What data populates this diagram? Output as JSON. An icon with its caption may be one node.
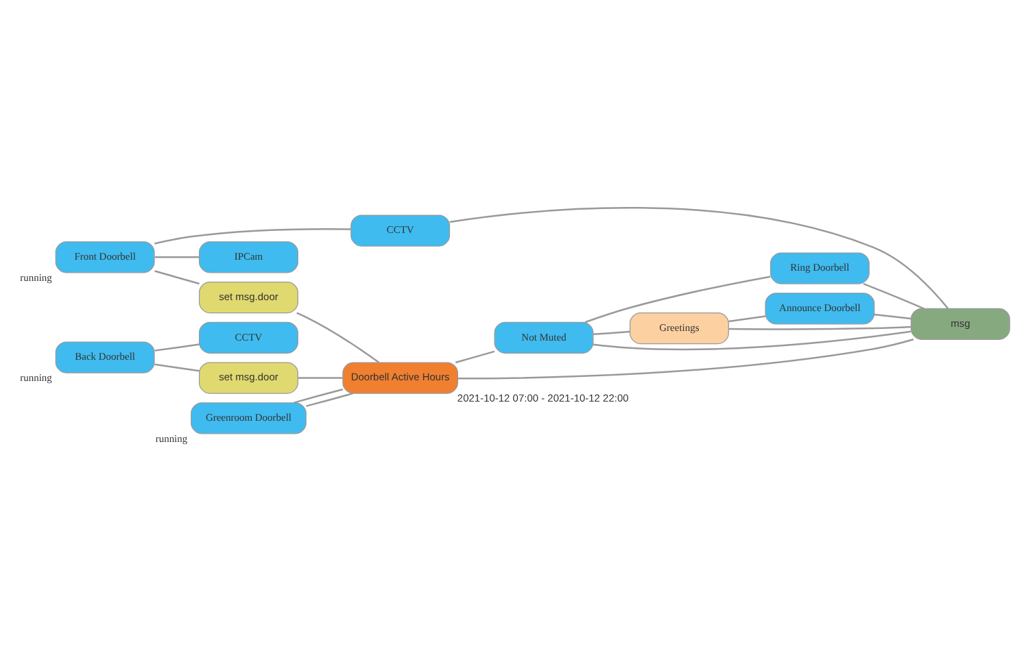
{
  "diagram": {
    "nodes": [
      {
        "text": [
          "Front Doorbell"
        ],
        "beside": [
          "running"
        ]
      },
      {
        "text": [
          "CCTV"
        ]
      },
      {
        "text": [
          "IPCam"
        ]
      },
      {
        "text": [
          "set msg.door"
        ]
      },
      {
        "text": [
          "Back Doorbell"
        ],
        "beside": [
          "running"
        ]
      },
      {
        "text": [
          "CCTV"
        ]
      },
      {
        "text": [
          "set msg.door"
        ]
      },
      {
        "text": [
          "Greenroom Doorbell"
        ],
        "beside": [
          "running"
        ]
      },
      {
        "text": [
          "Doorbell Active Hours"
        ],
        "beside": [
          "2021-10-12 07:00 - 2021-10-12 22:00"
        ]
      },
      {
        "text": [
          "Not Muted"
        ]
      },
      {
        "text": [
          "Ring Doorbell"
        ]
      },
      {
        "text": [
          "Greetings"
        ]
      },
      {
        "text": [
          "Announce Doorbell"
        ]
      },
      {
        "text": [
          "msg"
        ]
      }
    ],
    "edges": [
      {
        "from": 0,
        "to": 1,
        "arrow": "none"
      },
      {
        "from": 0,
        "to": 2,
        "arrow": "none"
      },
      {
        "from": 0,
        "to": 3,
        "arrow": "none"
      },
      {
        "from": 1,
        "to": 13,
        "arrow": "none"
      },
      {
        "from": 3,
        "to": 8,
        "arrow": "none"
      },
      {
        "from": 4,
        "to": 5,
        "arrow": "none"
      },
      {
        "from": 4,
        "to": 6,
        "arrow": "none"
      },
      {
        "from": 6,
        "to": 8,
        "arrow": "none"
      },
      {
        "from": 7,
        "to": 8,
        "arrow": "none"
      },
      {
        "from": 7,
        "to": 8,
        "arrow": "none"
      },
      {
        "from": 8,
        "to": 13,
        "arrow": "none"
      },
      {
        "from": 8,
        "to": 9,
        "arrow": "none"
      },
      {
        "from": 9,
        "to": 13,
        "arrow": "none"
      },
      {
        "from": 9,
        "to": 10,
        "arrow": "none"
      },
      {
        "from": 9,
        "to": 11,
        "arrow": "none"
      },
      {
        "from": 10,
        "to": 13,
        "arrow": "none"
      },
      {
        "from": 11,
        "to": 13,
        "arrow": "none"
      },
      {
        "from": 11,
        "to": 12,
        "arrow": "none"
      },
      {
        "from": 12,
        "to": 13,
        "arrow": "none"
      }
    ]
  }
}
